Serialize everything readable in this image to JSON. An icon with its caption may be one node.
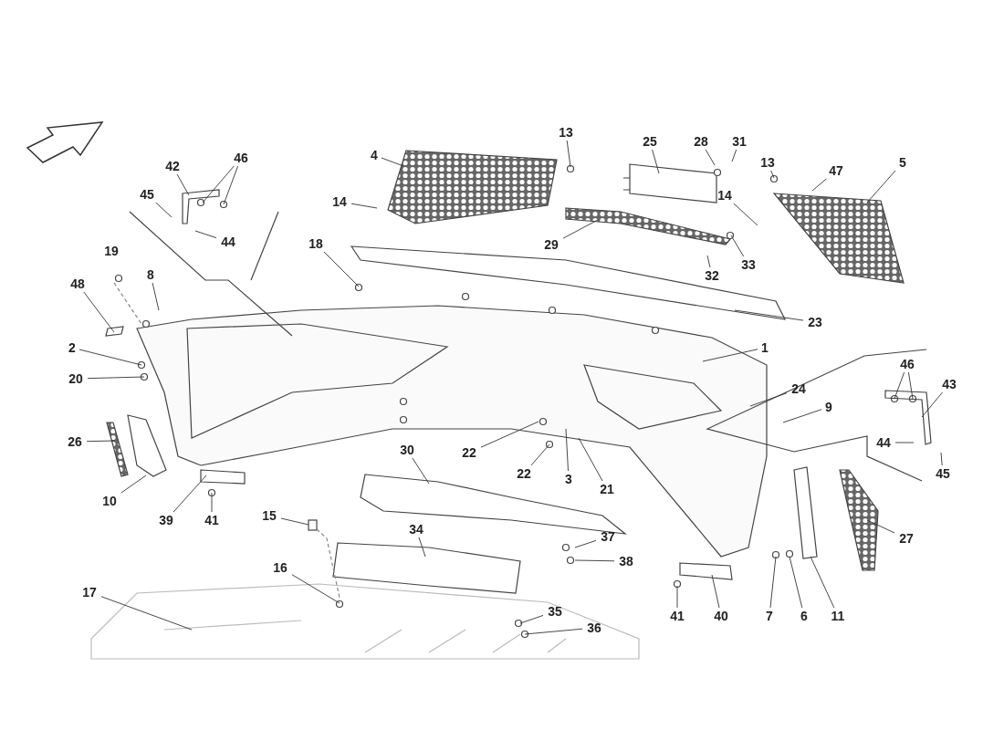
{
  "diagram": {
    "nodes": [
      {
        "text": [
          "4"
        ]
      },
      {
        "text": [
          "13"
        ]
      },
      {
        "text": [
          "25"
        ]
      },
      {
        "text": [
          "28"
        ]
      },
      {
        "text": [
          "31"
        ]
      },
      {
        "text": [
          "13"
        ]
      },
      {
        "text": [
          "47"
        ]
      },
      {
        "text": [
          "5"
        ]
      },
      {
        "text": [
          "14"
        ]
      },
      {
        "text": [
          "14"
        ]
      },
      {
        "text": [
          "29"
        ]
      },
      {
        "text": [
          "33"
        ]
      },
      {
        "text": [
          "32"
        ]
      },
      {
        "text": [
          "42"
        ]
      },
      {
        "text": [
          "46"
        ]
      },
      {
        "text": [
          "45"
        ]
      },
      {
        "text": [
          "44"
        ]
      },
      {
        "text": [
          "18"
        ]
      },
      {
        "text": [
          "48"
        ]
      },
      {
        "text": [
          "8"
        ]
      },
      {
        "text": [
          "23"
        ]
      },
      {
        "text": [
          "1"
        ]
      },
      {
        "text": [
          "2"
        ]
      },
      {
        "text": [
          "20"
        ]
      },
      {
        "text": [
          "24"
        ]
      },
      {
        "text": [
          "9"
        ]
      },
      {
        "text": [
          "46"
        ]
      },
      {
        "text": [
          "43"
        ]
      },
      {
        "text": [
          "44"
        ]
      },
      {
        "text": [
          "45"
        ]
      },
      {
        "text": [
          "26"
        ]
      },
      {
        "text": [
          "10"
        ]
      },
      {
        "text": [
          "39"
        ]
      },
      {
        "text": [
          "41"
        ]
      },
      {
        "text": [
          "30"
        ]
      },
      {
        "text": [
          "22"
        ]
      },
      {
        "text": [
          "22"
        ]
      },
      {
        "text": [
          "3"
        ]
      },
      {
        "text": [
          "21"
        ]
      },
      {
        "text": [
          "15"
        ]
      },
      {
        "text": [
          "34"
        ]
      },
      {
        "text": [
          "37"
        ]
      },
      {
        "text": [
          "38"
        ]
      },
      {
        "text": [
          "16"
        ]
      },
      {
        "text": [
          "17"
        ]
      },
      {
        "text": [
          "35"
        ]
      },
      {
        "text": [
          "36"
        ]
      },
      {
        "text": [
          "41"
        ]
      },
      {
        "text": [
          "40"
        ]
      },
      {
        "text": [
          "7"
        ]
      },
      {
        "text": [
          "6"
        ]
      },
      {
        "text": [
          "11"
        ]
      },
      {
        "text": [
          "27"
        ]
      }
    ],
    "edges": [
      {
        "from": 0,
        "to": null,
        "arrow": "none"
      },
      {
        "from": 1,
        "to": null,
        "arrow": "none"
      },
      {
        "from": 2,
        "to": null,
        "arrow": "none"
      },
      {
        "from": 3,
        "to": null,
        "arrow": "none"
      },
      {
        "from": 4,
        "to": null,
        "arrow": "none"
      },
      {
        "from": 5,
        "to": null,
        "arrow": "none"
      },
      {
        "from": 6,
        "to": null,
        "arrow": "none"
      },
      {
        "from": 7,
        "to": null,
        "arrow": "none"
      },
      {
        "from": 8,
        "to": null,
        "arrow": "none"
      },
      {
        "from": 9,
        "to": null,
        "arrow": "none"
      },
      {
        "from": 10,
        "to": null,
        "arrow": "none"
      },
      {
        "from": 11,
        "to": null,
        "arrow": "none"
      },
      {
        "from": 12,
        "to": null,
        "arrow": "none"
      },
      {
        "from": 13,
        "to": null,
        "arrow": "none"
      },
      {
        "from": 14,
        "to": null,
        "arrow": "none"
      },
      {
        "from": 14,
        "to": null,
        "arrow": "none"
      },
      {
        "from": 15,
        "to": null,
        "arrow": "none"
      },
      {
        "from": 16,
        "to": null,
        "arrow": "none"
      },
      {
        "from": 17,
        "to": null,
        "arrow": "none"
      },
      {
        "from": 18,
        "to": null,
        "arrow": "none"
      },
      {
        "from": 19,
        "to": null,
        "arrow": "none"
      },
      {
        "from": 20,
        "to": null,
        "arrow": "none"
      },
      {
        "from": 21,
        "to": null,
        "arrow": "none"
      },
      {
        "from": 22,
        "to": null,
        "arrow": "none"
      },
      {
        "from": 23,
        "to": null,
        "arrow": "none"
      },
      {
        "from": 24,
        "to": null,
        "arrow": "none"
      },
      {
        "from": 25,
        "to": null,
        "arrow": "none"
      },
      {
        "from": 26,
        "to": null,
        "arrow": "none"
      },
      {
        "from": 26,
        "to": null,
        "arrow": "none"
      },
      {
        "from": 27,
        "to": null,
        "arrow": "none"
      },
      {
        "from": 28,
        "to": null,
        "arrow": "none"
      },
      {
        "from": 29,
        "to": null,
        "arrow": "none"
      },
      {
        "from": 30,
        "to": null,
        "arrow": "none"
      },
      {
        "from": 31,
        "to": null,
        "arrow": "none"
      },
      {
        "from": 32,
        "to": null,
        "arrow": "none"
      },
      {
        "from": 33,
        "to": null,
        "arrow": "none"
      },
      {
        "from": 34,
        "to": null,
        "arrow": "none"
      },
      {
        "from": 35,
        "to": null,
        "arrow": "none"
      },
      {
        "from": 36,
        "to": null,
        "arrow": "none"
      },
      {
        "from": 37,
        "to": null,
        "arrow": "none"
      },
      {
        "from": 38,
        "to": null,
        "arrow": "none"
      },
      {
        "from": 39,
        "to": null,
        "arrow": "none"
      },
      {
        "from": 40,
        "to": null,
        "arrow": "none"
      },
      {
        "from": 41,
        "to": null,
        "arrow": "none"
      },
      {
        "from": 42,
        "to": null,
        "arrow": "none"
      },
      {
        "from": 43,
        "to": null,
        "arrow": "none"
      },
      {
        "from": 44,
        "to": null,
        "arrow": "none"
      },
      {
        "from": 45,
        "to": null,
        "arrow": "none"
      },
      {
        "from": 46,
        "to": null,
        "arrow": "none"
      },
      {
        "from": 47,
        "to": null,
        "arrow": "none"
      },
      {
        "from": 48,
        "to": null,
        "arrow": "none"
      },
      {
        "from": 49,
        "to": null,
        "arrow": "none"
      },
      {
        "from": 50,
        "to": null,
        "arrow": "none"
      },
      {
        "from": 51,
        "to": null,
        "arrow": "none"
      },
      {
        "from": 52,
        "to": null,
        "arrow": "none"
      }
    ],
    "labels": [
      "19"
    ]
  }
}
